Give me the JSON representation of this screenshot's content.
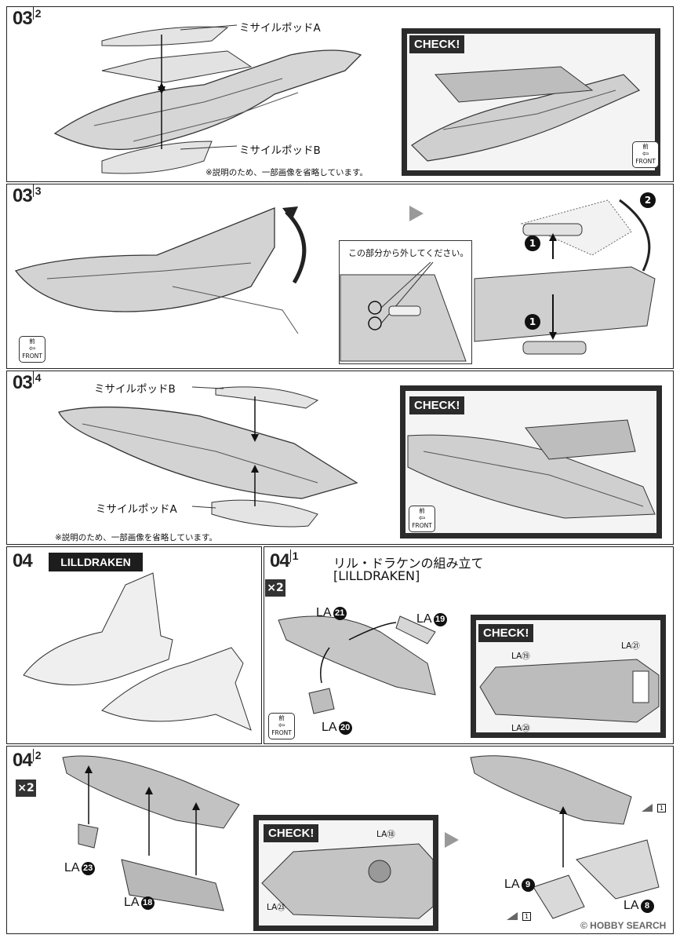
{
  "steps": {
    "s03_2": {
      "main": "03",
      "sub": "2",
      "pod_a": "ミサイルポッドA",
      "pod_b": "ミサイルポッドB",
      "note": "※説明のため、一部画像を省略しています。",
      "check": "CHECK!"
    },
    "s03_3": {
      "main": "03",
      "sub": "3",
      "callout": "この部分から外してください。",
      "n1": "1",
      "n2": "2"
    },
    "s03_4": {
      "main": "03",
      "sub": "4",
      "pod_b": "ミサイルポッドB",
      "pod_a": "ミサイルポッドA",
      "note": "※説明のため、一部画像を省略しています。",
      "check": "CHECK!"
    },
    "s04": {
      "main": "04",
      "title": "LILLDRAKEN"
    },
    "s04_1": {
      "main": "04",
      "sub": "1",
      "title_jp": "リル・ドラケンの組み立て",
      "title_en": "[LILLDRAKEN]",
      "mult": "×2",
      "check": "CHECK!",
      "parts": {
        "la21": "LA",
        "la21n": "21",
        "la19": "LA",
        "la19n": "19",
        "la20": "LA",
        "la20n": "20"
      },
      "check_parts": {
        "c19": "LA⑲",
        "c21": "LA㉑",
        "c20": "LA⑳"
      }
    },
    "s04_2": {
      "main": "04",
      "sub": "2",
      "mult": "×2",
      "check": "CHECK!",
      "parts": {
        "la23": "LA",
        "la23n": "23",
        "la18": "LA",
        "la18n": "18",
        "la9": "LA",
        "la9n": "9",
        "la8": "LA",
        "la8n": "8"
      },
      "check_parts": {
        "c18": "LA⑱",
        "c23": "LA㉓"
      },
      "cut1": "1",
      "cut2": "1"
    }
  },
  "front": {
    "jp": "前",
    "en": "FRONT"
  },
  "watermark": "© HOBBY SEARCH",
  "icons": [
    "front-direction-icon",
    "cutter-icon",
    "arrow-icon"
  ]
}
